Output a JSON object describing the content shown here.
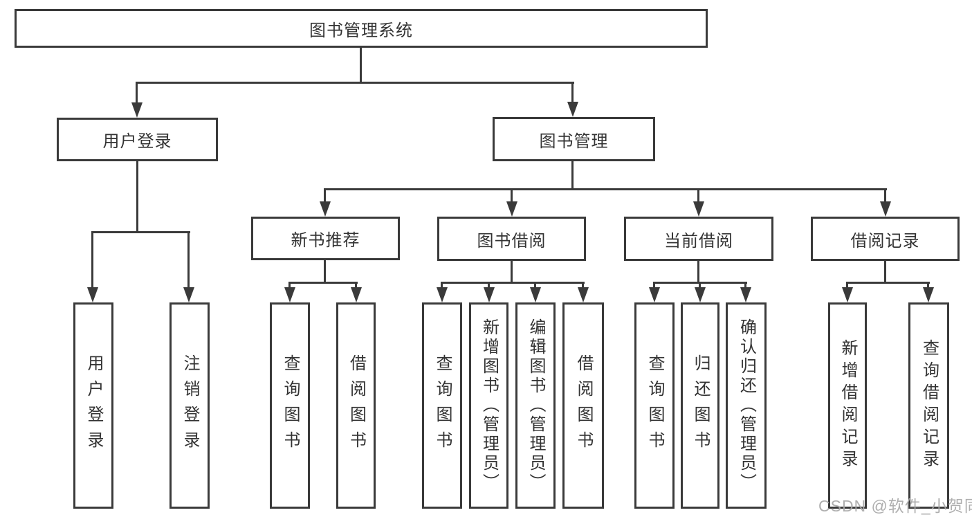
{
  "tree": {
    "label": "图书管理系统",
    "children": [
      {
        "label": "用户登录",
        "children": [
          {
            "label": "用户登录"
          },
          {
            "label": "注销登录"
          }
        ]
      },
      {
        "label": "图书管理",
        "children": [
          {
            "label": "新书推荐",
            "children": [
              {
                "label": "查询图书"
              },
              {
                "label": "借阅图书"
              }
            ]
          },
          {
            "label": "图书借阅",
            "children": [
              {
                "label": "查询图书"
              },
              {
                "label": "新增图书（管理员）"
              },
              {
                "label": "编辑图书（管理员）"
              },
              {
                "label": "借阅图书"
              }
            ]
          },
          {
            "label": "当前借阅",
            "children": [
              {
                "label": "查询图书"
              },
              {
                "label": "归还图书"
              },
              {
                "label": "确认归还（管理员）"
              }
            ]
          },
          {
            "label": "借阅记录",
            "children": [
              {
                "label": "新增借阅记录"
              },
              {
                "label": "查询借阅记录"
              }
            ]
          }
        ]
      }
    ]
  },
  "watermark": {
    "text": "CSDN @软件_小贺同学"
  },
  "colors": {
    "line": "#3a3a3a",
    "text": "#333333",
    "watermark": "#a8a8a8",
    "background": "#ffffff"
  }
}
